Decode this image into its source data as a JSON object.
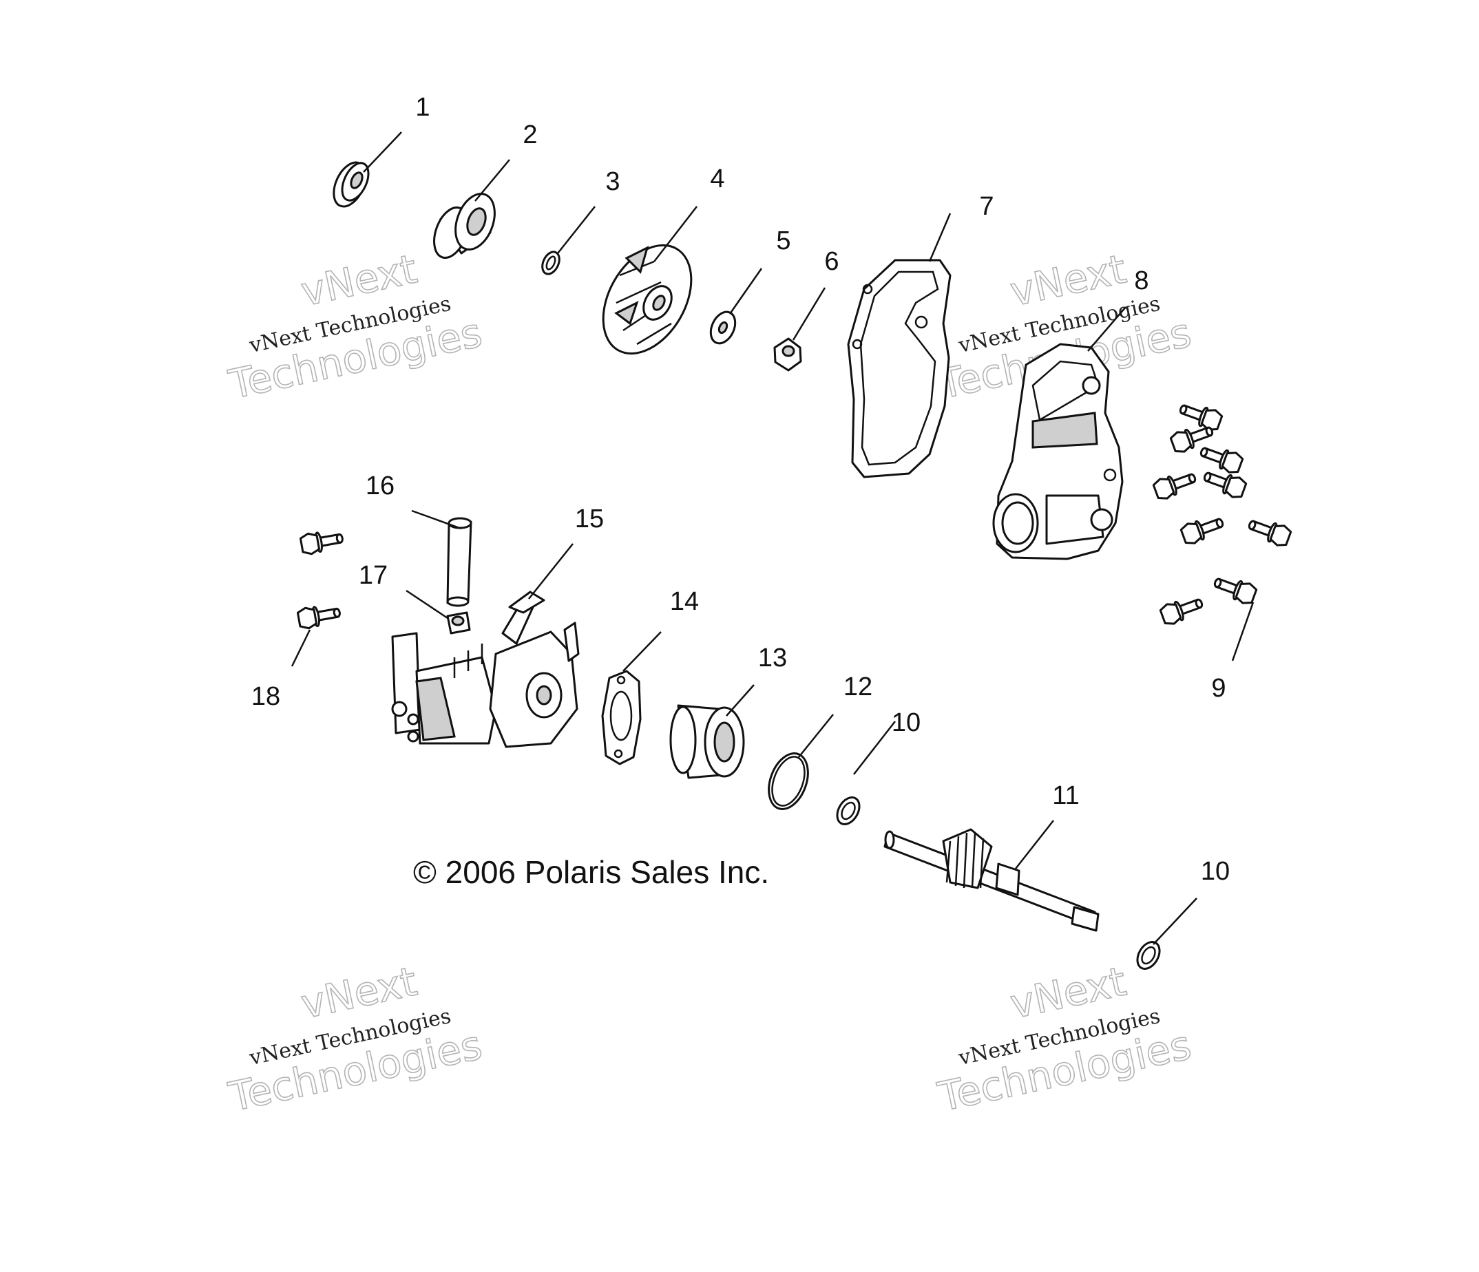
{
  "callouts": {
    "c1": "1",
    "c2": "2",
    "c3": "3",
    "c4": "4",
    "c5": "5",
    "c6": "6",
    "c7": "7",
    "c8": "8",
    "c9": "9",
    "c10a": "10",
    "c10b": "10",
    "c11": "11",
    "c12": "12",
    "c13": "13",
    "c14": "14",
    "c15": "15",
    "c16": "16",
    "c17": "17",
    "c18": "18"
  },
  "copyright": "© 2006 Polaris Sales Inc.",
  "watermark": {
    "line1": "vNext",
    "line2": "vNext Technologies",
    "line3": "Technologies"
  }
}
